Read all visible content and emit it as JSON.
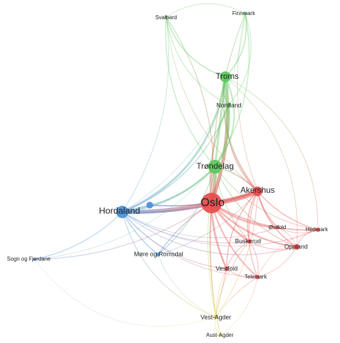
{
  "graph": {
    "type": "network",
    "colors": {
      "north_green": "#5cc85c",
      "west_blue": "#4a90d9",
      "east_red": "#e74c4c",
      "south_yellow": "#d8d84a"
    },
    "nodes": [
      {
        "id": "oslo",
        "label": "Oslo",
        "group": "red"
      },
      {
        "id": "akershus",
        "label": "Akershus",
        "group": "red"
      },
      {
        "id": "trondelag",
        "label": "Trøndelag",
        "group": "green"
      },
      {
        "id": "troms",
        "label": "Troms",
        "group": "green"
      },
      {
        "id": "nordland",
        "label": "Nordland",
        "group": "green"
      },
      {
        "id": "svalbard",
        "label": "Svalbard",
        "group": "green"
      },
      {
        "id": "finnmark",
        "label": "Finnmark",
        "group": "green"
      },
      {
        "id": "hordaland",
        "label": "Hordaland",
        "group": "blue"
      },
      {
        "id": "blue_mid",
        "label": "",
        "group": "blue"
      },
      {
        "id": "more",
        "label": "Møre og Romsdal",
        "group": "blue"
      },
      {
        "id": "sogn",
        "label": "Sogn og Fjordane",
        "group": "blue"
      },
      {
        "id": "ostfold",
        "label": "Østfold",
        "group": "red"
      },
      {
        "id": "hedmark",
        "label": "Hedmark",
        "group": "red"
      },
      {
        "id": "oppland",
        "label": "Oppland",
        "group": "red"
      },
      {
        "id": "buskerud",
        "label": "Buskerud",
        "group": "red"
      },
      {
        "id": "vestfold",
        "label": "Vestfold",
        "group": "red"
      },
      {
        "id": "telemark",
        "label": "Telemark",
        "group": "red"
      },
      {
        "id": "vestagder",
        "label": "Vest-Agder",
        "group": "yellow"
      },
      {
        "id": "austagder",
        "label": "Aust-Agder",
        "group": "yellow"
      }
    ]
  }
}
